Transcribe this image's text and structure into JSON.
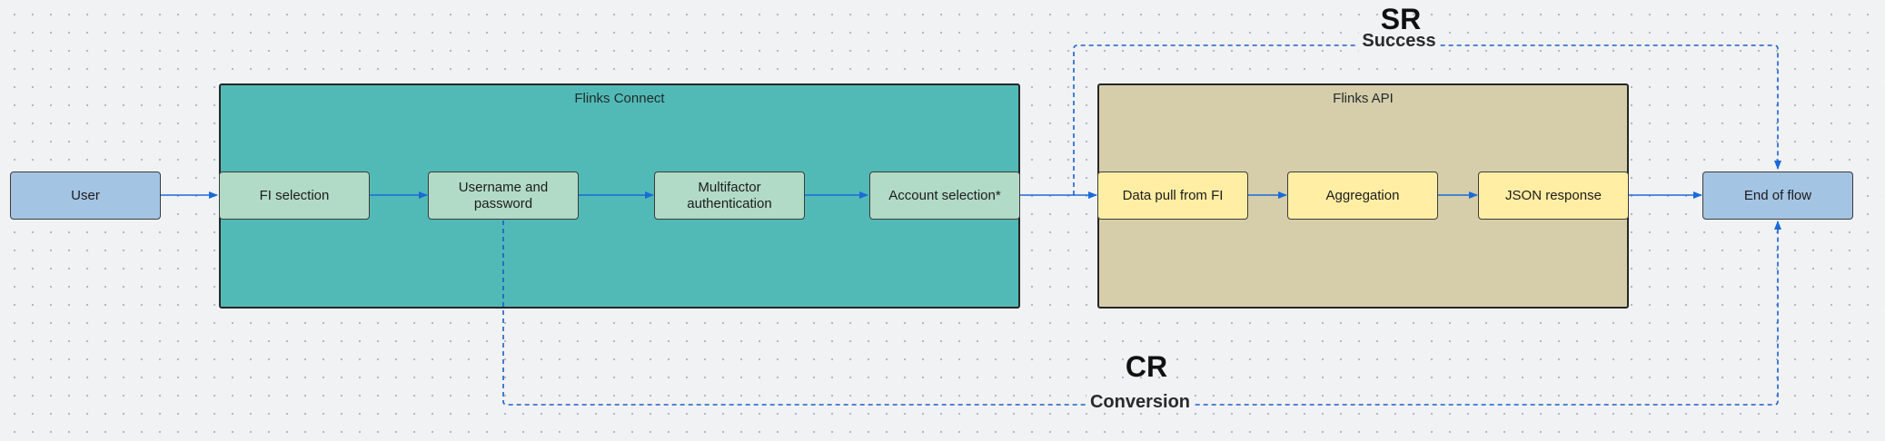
{
  "groups": {
    "connect": {
      "title": "Flinks Connect",
      "fill": "#52bab6"
    },
    "api": {
      "title": "Flinks API",
      "fill": "#d6ceab"
    }
  },
  "nodes": {
    "user": "User",
    "fi_selection": "FI selection",
    "username_password": "Username and password",
    "mfa": "Multifactor authentication",
    "account_selection": "Account selection*",
    "data_pull": "Data pull from FI",
    "aggregation": "Aggregation",
    "json_response": "JSON response",
    "end_of_flow": "End of flow"
  },
  "paths": {
    "success": {
      "abbr": "SR",
      "label": "Success"
    },
    "conversion": {
      "abbr": "CR",
      "label": "Conversion"
    }
  },
  "colors": {
    "arrow": "#1a6ad8",
    "dashed_path": "#1a5fc8"
  }
}
